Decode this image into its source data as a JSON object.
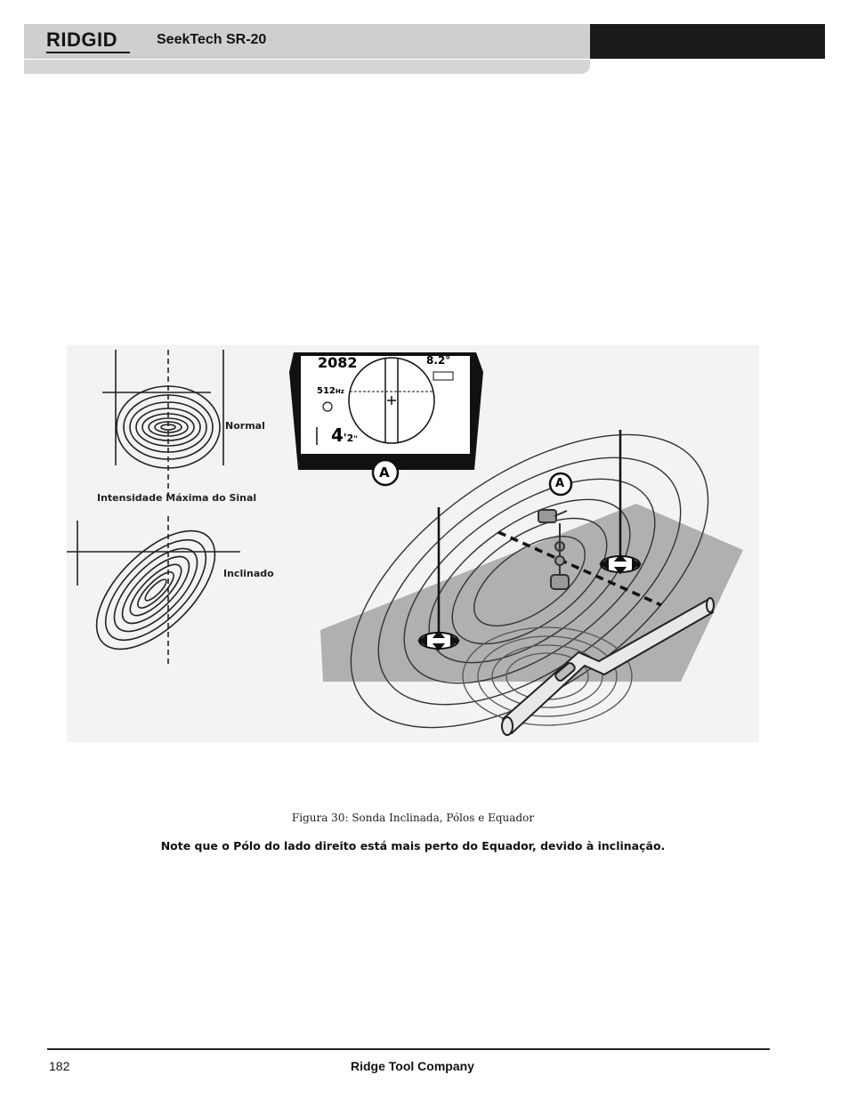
{
  "header": {
    "logo_text": "RIDGID",
    "product_title": "SeekTech SR-20"
  },
  "figure": {
    "labels": {
      "normal": "Normal",
      "max_signal": "Intensidade Máxima do Sinal",
      "tilted": "Inclinado"
    },
    "display": {
      "signal_strength": "2082",
      "frequency": "512",
      "frequency_unit": "Hz",
      "depth_feet": "4",
      "depth_inches": "2",
      "angle": "8.2°"
    },
    "markers": [
      "A",
      "A"
    ]
  },
  "caption": "Figura 30: Sonda Inclinada, Pólos e Equador",
  "note": "Note que o Pólo do lado direito está mais perto do Equador, devido à inclinação.",
  "footer": {
    "page_number": "182",
    "company": "Ridge Tool Company"
  }
}
